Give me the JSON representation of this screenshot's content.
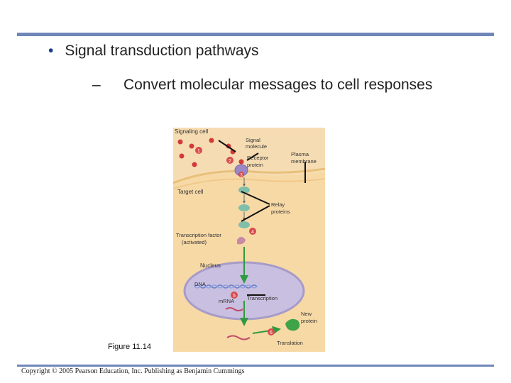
{
  "slide": {
    "bullet": "Signal transduction pathways",
    "sub_dash": "–",
    "sub_text": "Convert molecular messages to cell responses",
    "figure_caption": "Figure 11.14",
    "copyright": "Copyright © 2005 Pearson Education, Inc. Publishing as Benjamin Cummings"
  },
  "diagram": {
    "labels": {
      "signaling_cell": "Signaling cell",
      "signal_molecule_1": "Signal",
      "signal_molecule_2": "molecule",
      "receptor_1": "Receptor",
      "receptor_2": "protein",
      "plasma_1": "Plasma",
      "plasma_2": "membrane",
      "target_cell": "Target cell",
      "relay_1": "Relay",
      "relay_2": "proteins",
      "tf_1": "Transcription factor",
      "tf_2": "(activated)",
      "nucleus": "Nucleus",
      "dna": "DNA",
      "mrna": "mRNA",
      "transcription": "Transcription",
      "new_protein_1": "New",
      "new_protein_2": "protein",
      "translation": "Translation"
    },
    "steps": [
      "1",
      "2",
      "3",
      "4",
      "5",
      "6"
    ],
    "colors": {
      "signaling_cell": "#f6dcb2",
      "target_cytoplasm": "#f7d9a6",
      "nucleus": "#c9bfe0",
      "signal_molecule": "#d23a3a",
      "receptor": "#9b86c6",
      "relay": "#7fbfaa",
      "step_badge": "#d94b4b",
      "arrow": "#2f9a3e",
      "new_protein": "#3fa34a"
    }
  }
}
